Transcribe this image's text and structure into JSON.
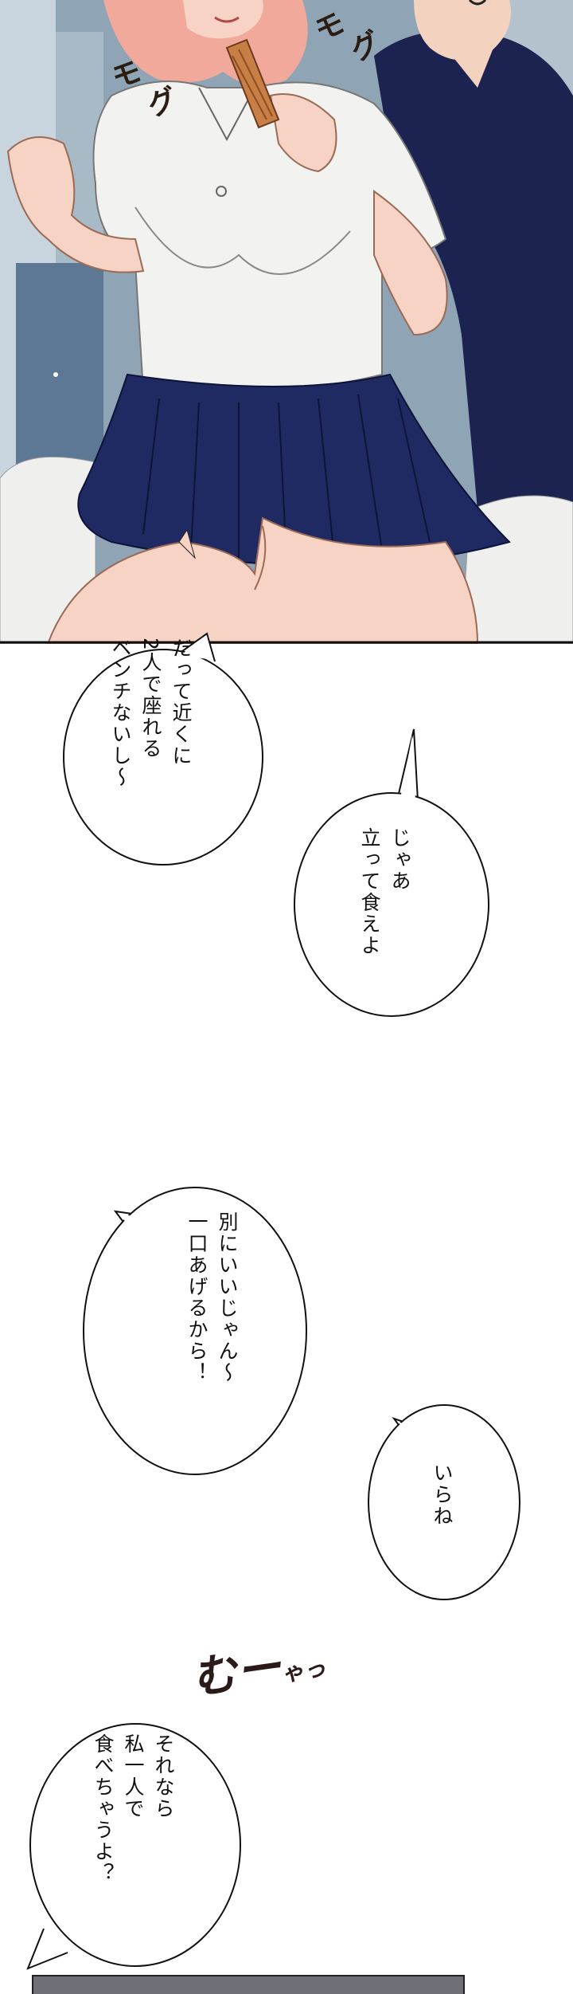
{
  "sfx": {
    "mogu_1": "モ",
    "mogu_2": "グ",
    "mogu_3": "モ",
    "mogu_4": "グ",
    "muu": "むー",
    "pya": "ゃっ"
  },
  "bubbles": [
    {
      "id": "b1",
      "speaker": "girl",
      "text": "だって近くに\n2人で座れる\nベンチないし〜"
    },
    {
      "id": "b2",
      "speaker": "boy",
      "text": "じゃあ\n立って食えよ"
    },
    {
      "id": "b3",
      "speaker": "girl",
      "text": "別にいいじゃん〜\n一口あげるから！"
    },
    {
      "id": "b4",
      "speaker": "boy",
      "text": "いらね"
    },
    {
      "id": "b5",
      "speaker": "girl",
      "text": "それなら\n私一人で\n食べちゃうよ？"
    }
  ],
  "colors": {
    "skirt": "#1f2a63",
    "shirt": "#f2f2f0",
    "hair": "#f0a99a",
    "skin": "#f6d3c4",
    "boy_shirt": "#1c2350",
    "churro": "#c77f45",
    "bench": "#efefee",
    "background": "#8fa4b5"
  }
}
